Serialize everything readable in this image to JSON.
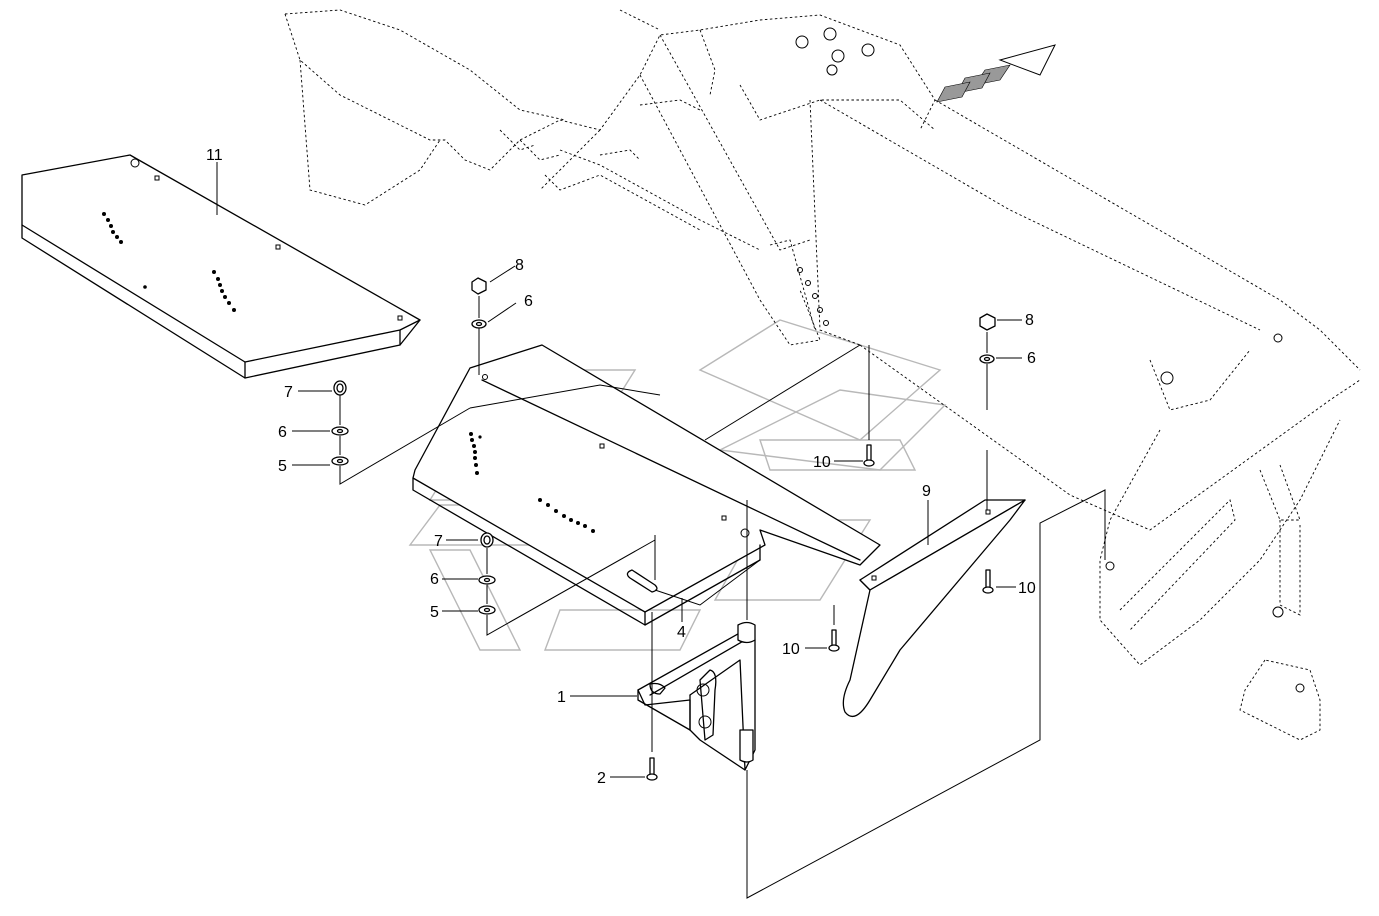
{
  "diagram": {
    "callouts": [
      {
        "id": "c11",
        "label": "11"
      },
      {
        "id": "c8a",
        "label": "8"
      },
      {
        "id": "c6a",
        "label": "6"
      },
      {
        "id": "c8b",
        "label": "8"
      },
      {
        "id": "c6b",
        "label": "6"
      },
      {
        "id": "c7a",
        "label": "7"
      },
      {
        "id": "c6c",
        "label": "6"
      },
      {
        "id": "c5a",
        "label": "5"
      },
      {
        "id": "c10a",
        "label": "10"
      },
      {
        "id": "c9",
        "label": "9"
      },
      {
        "id": "c7b",
        "label": "7"
      },
      {
        "id": "c6d",
        "label": "6"
      },
      {
        "id": "c5b",
        "label": "5"
      },
      {
        "id": "c4",
        "label": "4"
      },
      {
        "id": "c10b",
        "label": "10"
      },
      {
        "id": "c10c",
        "label": "10"
      },
      {
        "id": "c1",
        "label": "1"
      },
      {
        "id": "c2",
        "label": "2"
      }
    ]
  }
}
